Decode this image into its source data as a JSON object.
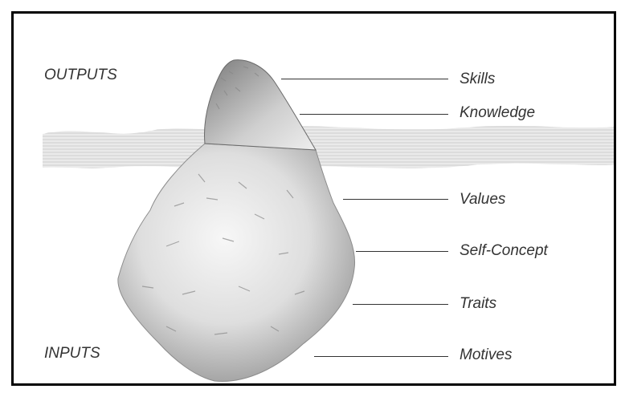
{
  "diagram": {
    "outputs_label": "OUTPUTS",
    "inputs_label": "INPUTS",
    "levels": [
      {
        "label": "Skills"
      },
      {
        "label": "Knowledge"
      },
      {
        "label": "Values"
      },
      {
        "label": "Self-Concept"
      },
      {
        "label": "Traits"
      },
      {
        "label": "Motives"
      }
    ]
  }
}
